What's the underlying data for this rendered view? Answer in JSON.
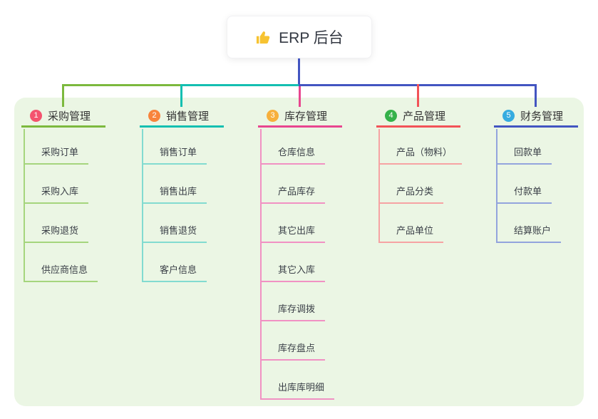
{
  "root": {
    "label": "ERP 后台",
    "icon": "thumbs-up-icon",
    "icon_color": "#f7c331"
  },
  "canvas": {
    "panel_bg": "#ebf6e4",
    "stem_color": "#4355c1",
    "text_color": "#333333"
  },
  "branches": [
    {
      "index": "1",
      "title": "采购管理",
      "badge_color": "#f4536e",
      "line_color": "#7cb93e",
      "child_line_color": "#a5d57d",
      "children": [
        "采购订单",
        "采购入库",
        "采购退货",
        "供应商信息"
      ]
    },
    {
      "index": "2",
      "title": "销售管理",
      "badge_color": "#f8843c",
      "line_color": "#14bfb1",
      "child_line_color": "#82dbd0",
      "children": [
        "销售订单",
        "销售出库",
        "销售退货",
        "客户信息"
      ]
    },
    {
      "index": "3",
      "title": "库存管理",
      "badge_color": "#f7b03c",
      "line_color": "#e8468f",
      "child_line_color": "#f191c3",
      "children": [
        "仓库信息",
        "产品库存",
        "其它出库",
        "其它入库",
        "库存调拨",
        "库存盘点",
        "出库库明细"
      ]
    },
    {
      "index": "4",
      "title": "产品管理",
      "badge_color": "#35b24a",
      "line_color": "#f25358",
      "child_line_color": "#f6a3a3",
      "children": [
        "产品（物料）",
        "产品分类",
        "产品单位"
      ]
    },
    {
      "index": "5",
      "title": "财务管理",
      "badge_color": "#36ace0",
      "line_color": "#4355c1",
      "child_line_color": "#93a4dd",
      "children": [
        "回款单",
        "付款单",
        "结算账户"
      ]
    }
  ]
}
